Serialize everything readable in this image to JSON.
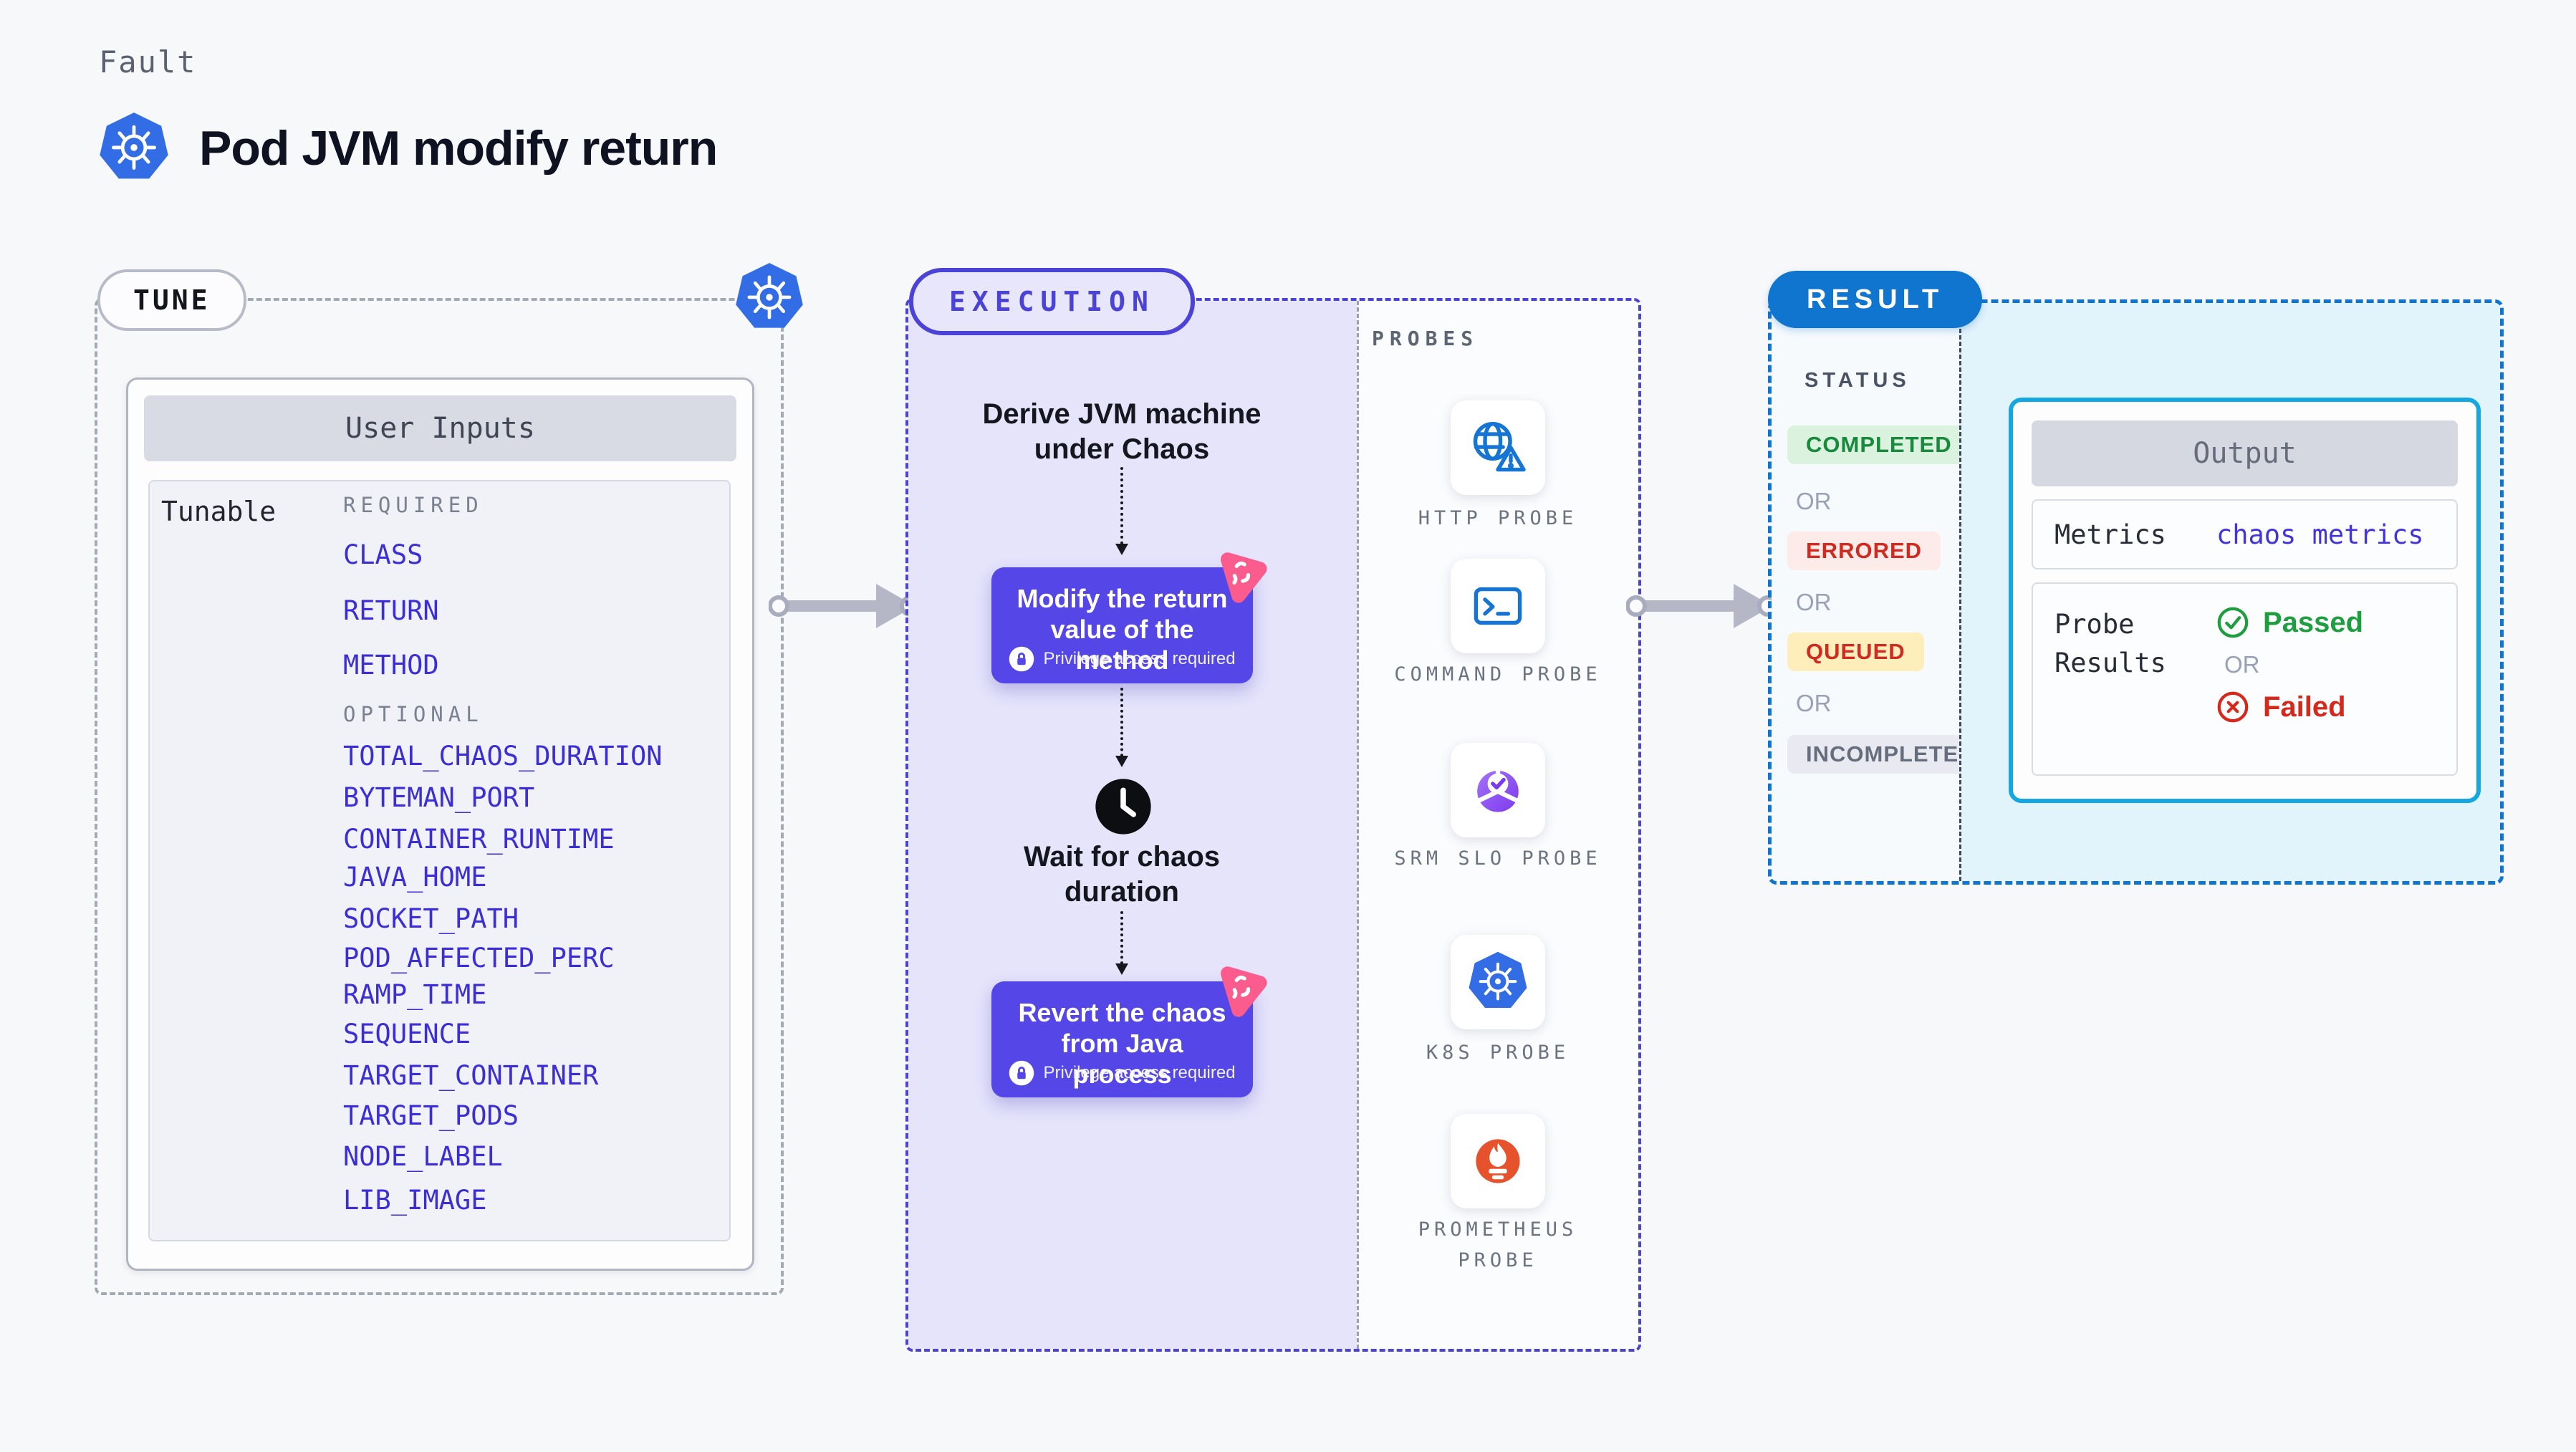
{
  "header": {
    "eyebrow": "Fault",
    "title": "Pod JVM modify return"
  },
  "tune": {
    "pill": "TUNE",
    "card_title": "User Inputs",
    "tunable_label": "Tunable",
    "required_label": "REQUIRED",
    "optional_label": "OPTIONAL",
    "required": [
      "CLASS",
      "RETURN",
      "METHOD"
    ],
    "optional": [
      "TOTAL_CHAOS_DURATION",
      "BYTEMAN_PORT",
      "CONTAINER_RUNTIME",
      "JAVA_HOME",
      "SOCKET_PATH",
      "POD_AFFECTED_PERC",
      "RAMP_TIME",
      "SEQUENCE",
      "TARGET_CONTAINER",
      "TARGET_PODS",
      "NODE_LABEL",
      "LIB_IMAGE"
    ]
  },
  "execution": {
    "pill": "EXECUTION",
    "derive_text": "Derive JVM machine under Chaos",
    "modify_card": "Modify the return value of the method",
    "wait_text": "Wait for chaos duration",
    "revert_card": "Revert the chaos from Java process",
    "privilege_label": "Privilege access required"
  },
  "probes": {
    "title": "PROBES",
    "items": [
      {
        "label": "HTTP PROBE",
        "icon": "http-probe-icon"
      },
      {
        "label": "COMMAND PROBE",
        "icon": "command-probe-icon"
      },
      {
        "label": "SRM SLO PROBE",
        "icon": "srm-slo-probe-icon"
      },
      {
        "label": "K8S PROBE",
        "icon": "k8s-probe-icon"
      },
      {
        "label": "PROMETHEUS PROBE",
        "icon": "prometheus-probe-icon"
      }
    ]
  },
  "result": {
    "pill": "RESULT",
    "status_label": "STATUS",
    "or_label": "OR",
    "statuses": [
      "COMPLETED",
      "ERRORED",
      "QUEUED",
      "INCOMPLETED"
    ],
    "output": {
      "title": "Output",
      "metrics_label": "Metrics",
      "metrics_value": "chaos metrics",
      "probe_results_label": "Probe Results",
      "passed_label": "Passed",
      "or_label": "OR",
      "failed_label": "Failed"
    }
  },
  "colors": {
    "kubernetes_blue": "#326de6",
    "execution_indigo": "#4b42d8",
    "action_card_purple": "#5546e8",
    "chaos_pink": "#fa5c8e",
    "result_blue": "#0f75cf",
    "output_border_cyan": "#14a7e0",
    "tunable_link": "#3b2ed8",
    "completed_green": "#178a3b",
    "errored_red": "#d02b20",
    "queued_bg_yellow": "#fdeebc",
    "incompleted_gray": "#666e7e",
    "passed_green": "#1f9e40",
    "failed_red": "#d7281c",
    "probe_icon_blue": "#1574d4",
    "prometheus_orange": "#e6522c",
    "srm_purple": "#7c3aed"
  }
}
